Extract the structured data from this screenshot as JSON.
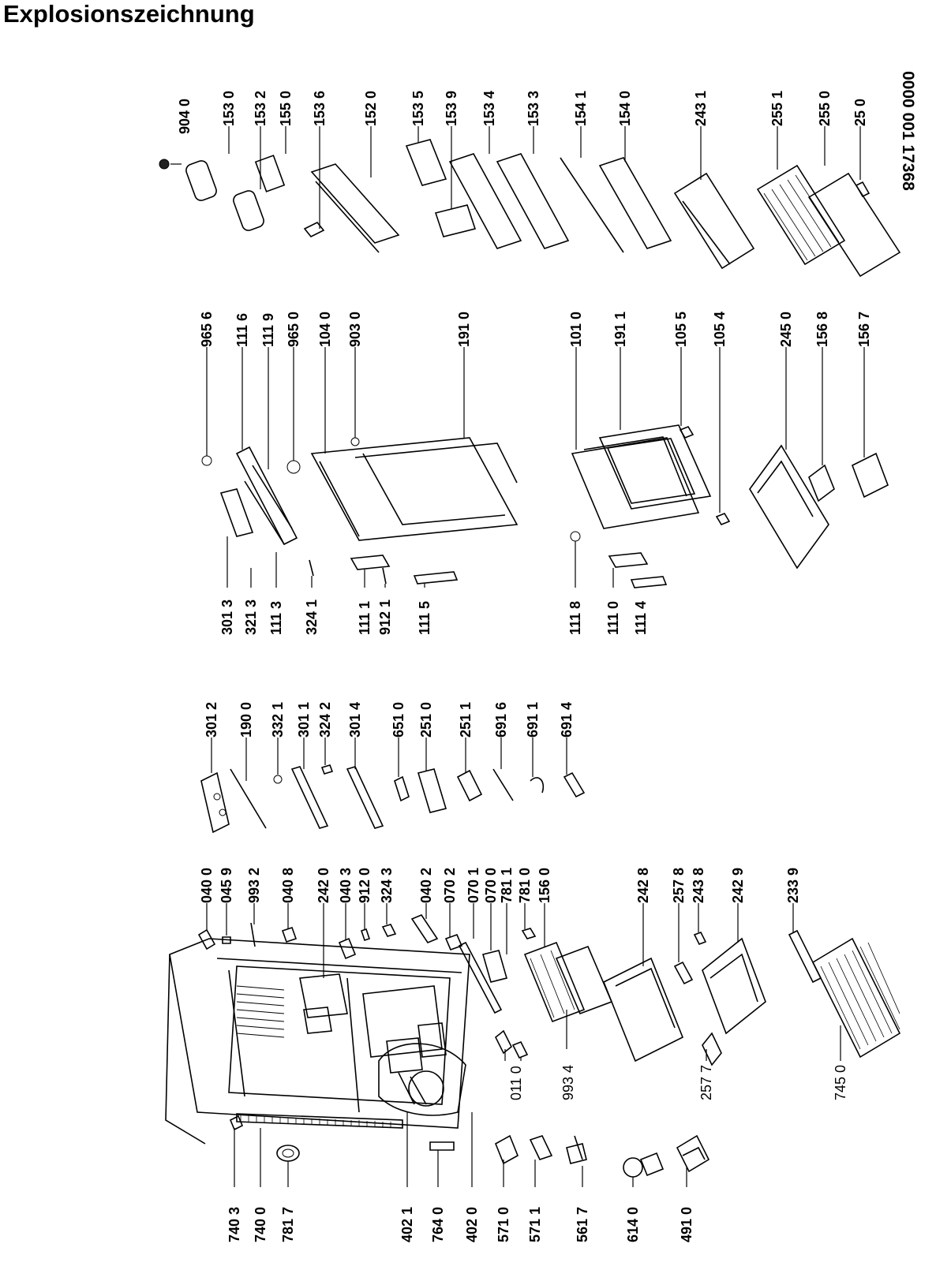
{
  "title": "Explosionszeichnung",
  "doc_number": "0000 001 17368",
  "labels": {
    "top": [
      "904 0",
      "153 0",
      "153 2",
      "155 0",
      "153 6",
      "152 0",
      "153 5",
      "153 9",
      "153 4",
      "153 3",
      "154 1",
      "154 0",
      "243 1",
      "255 1",
      "255 0",
      "25 0"
    ],
    "mid_top": [
      "965 6",
      "111 6",
      "111 9",
      "965 0",
      "104 0",
      "903 0",
      "191 0",
      "101 0",
      "191 1",
      "105 5",
      "105 4",
      "245 0",
      "156 8",
      "156 7"
    ],
    "mid_bottom": [
      "301 3",
      "321 3",
      "111 3",
      "324 1",
      "111 1",
      "912 1",
      "111 5",
      "111 8",
      "111 0",
      "111 4"
    ],
    "col3": [
      "301 2",
      "190 0",
      "332 1",
      "301 1",
      "324 2",
      "301 4",
      "651 0",
      "251 0",
      "251 1",
      "691 6",
      "691 1",
      "691 4"
    ],
    "col4_top": [
      "040 0",
      "045 9",
      "993 2",
      "040 8",
      "242 0",
      "040 3",
      "912 0",
      "324 3",
      "040 2",
      "070 2",
      "070 1",
      "070 0",
      "781 1",
      "781 0",
      "156 0",
      "242 8",
      "257 8",
      "243 8",
      "242 9",
      "233 9"
    ],
    "col4_bottom": [
      "011 0",
      "993 4",
      "257 7",
      "745 0"
    ],
    "bottom": [
      "740 3",
      "740 0",
      "781 7",
      "402 1",
      "764 0",
      "402 0",
      "571 0",
      "571 1",
      "561 7",
      "614 0",
      "491 0"
    ]
  }
}
